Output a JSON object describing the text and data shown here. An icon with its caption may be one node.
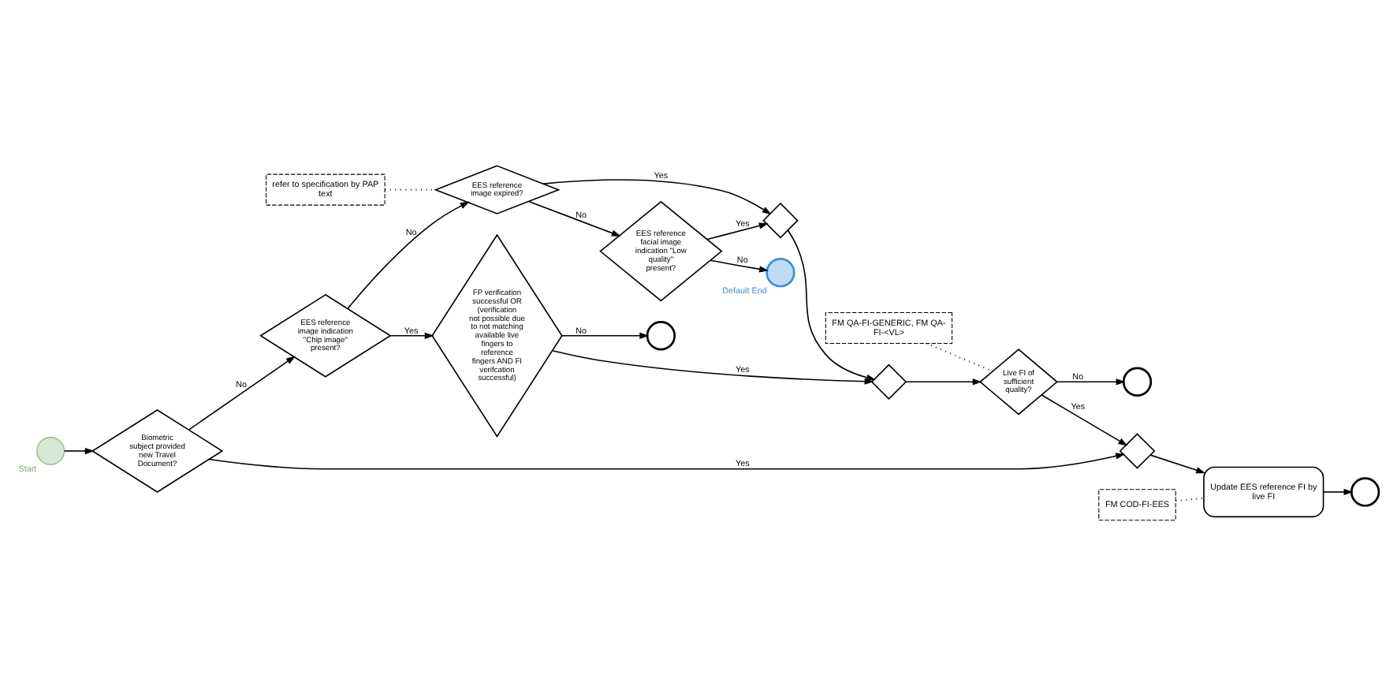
{
  "diagram": {
    "nodes": [
      {
        "text": [
          "Start"
        ]
      },
      {
        "text": [
          "Biometric subject provided new Travel Document?"
        ]
      },
      {
        "text": [
          "EES reference image indication \"Chip image\" present?"
        ]
      },
      {
        "text": [
          "EES reference image expired?"
        ]
      },
      {
        "text": [
          "EES reference facial image indication \"Low quality\" present?"
        ]
      },
      {
        "text": [
          "Default End"
        ]
      },
      {
        "text": [
          "refer to specification by PAP text"
        ]
      },
      {
        "text": [],
        "shape": "diamond"
      },
      {
        "text": [
          "FP verification successful OR (verification not possible due to not matching available live fingers to reference fingers AND FI verifcation successful)"
        ]
      },
      {
        "text": [],
        "shape": "diamond"
      },
      {
        "text": [
          "Live FI of sufficient quality?"
        ]
      },
      {
        "text": [],
        "shape": "diamond"
      },
      {
        "text": [
          "FM COD-FI-EES"
        ]
      },
      {
        "text": [
          "Update EES reference FI by live FI"
        ]
      },
      {
        "text": [],
        "shape": "circle"
      },
      {
        "text": [],
        "shape": "circle"
      },
      {
        "text": [
          "FM QA-FI-GENERIC, FM QA-FI-<VL>"
        ]
      },
      {
        "text": [],
        "shape": "circle"
      }
    ],
    "edges": [
      {
        "from": 0,
        "to": 1,
        "arrow": "to"
      },
      {
        "from": 1,
        "to": 2,
        "arrow": "to",
        "label": "No"
      },
      {
        "from": 2,
        "to": 3,
        "arrow": "to",
        "label": "No"
      },
      {
        "from": 3,
        "to": 4,
        "arrow": "to",
        "label": "No"
      },
      {
        "from": 4,
        "to": 5,
        "arrow": "to",
        "label": "No"
      },
      {
        "from": 1,
        "to": 11,
        "arrow": "to",
        "label": "Yes"
      },
      {
        "from": 2,
        "to": 8,
        "arrow": "to",
        "label": "Yes"
      },
      {
        "from": 3,
        "to": 7,
        "arrow": "to",
        "label": "Yes"
      },
      {
        "from": 4,
        "to": 7,
        "arrow": "to",
        "label": "Yes"
      },
      {
        "from": 7,
        "to": 9,
        "arrow": "to"
      },
      {
        "from": 8,
        "to": 9,
        "arrow": "to",
        "label": "Yes"
      },
      {
        "from": 8,
        "to": 15,
        "arrow": "to",
        "label": "No"
      },
      {
        "from": 9,
        "to": 10,
        "arrow": "to"
      },
      {
        "from": 10,
        "to": 11,
        "arrow": "to",
        "label": "Yes"
      },
      {
        "from": 10,
        "to": 17,
        "arrow": "to",
        "label": "No"
      },
      {
        "from": 11,
        "to": 13,
        "arrow": "to"
      },
      {
        "from": 13,
        "to": 14,
        "arrow": "to"
      },
      {
        "from": 6,
        "to": 3,
        "arrow": "none",
        "style": "dashed"
      },
      {
        "from": 16,
        "to": 10,
        "arrow": "none",
        "style": "dashed"
      },
      {
        "from": 12,
        "to": 13,
        "arrow": "none",
        "style": "dashed"
      }
    ]
  }
}
